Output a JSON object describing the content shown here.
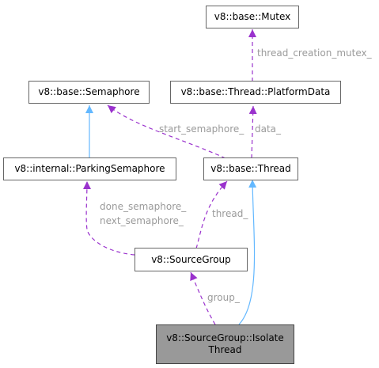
{
  "nodes": {
    "mutex": "v8::base::Mutex",
    "semaphore": "v8::base::Semaphore",
    "platform_data": "v8::base::Thread::PlatformData",
    "parking_semaphore": "v8::internal::ParkingSemaphore",
    "thread": "v8::base::Thread",
    "source_group": "v8::SourceGroup",
    "isolate_thread_line1": "v8::SourceGroup::Isolate",
    "isolate_thread_line2": "Thread"
  },
  "edge_labels": {
    "thread_creation_mutex": "thread_creation_mutex_",
    "start_semaphore": "start_semaphore_",
    "data": "data_",
    "done_semaphore": "done_semaphore_",
    "next_semaphore": "next_semaphore_",
    "thread": "thread_",
    "group": "group_"
  },
  "colors": {
    "inheritance": "#63b8ff",
    "usage": "#9a32cd",
    "label_text": "#9a9a9a",
    "highlight_fill": "#999999"
  }
}
